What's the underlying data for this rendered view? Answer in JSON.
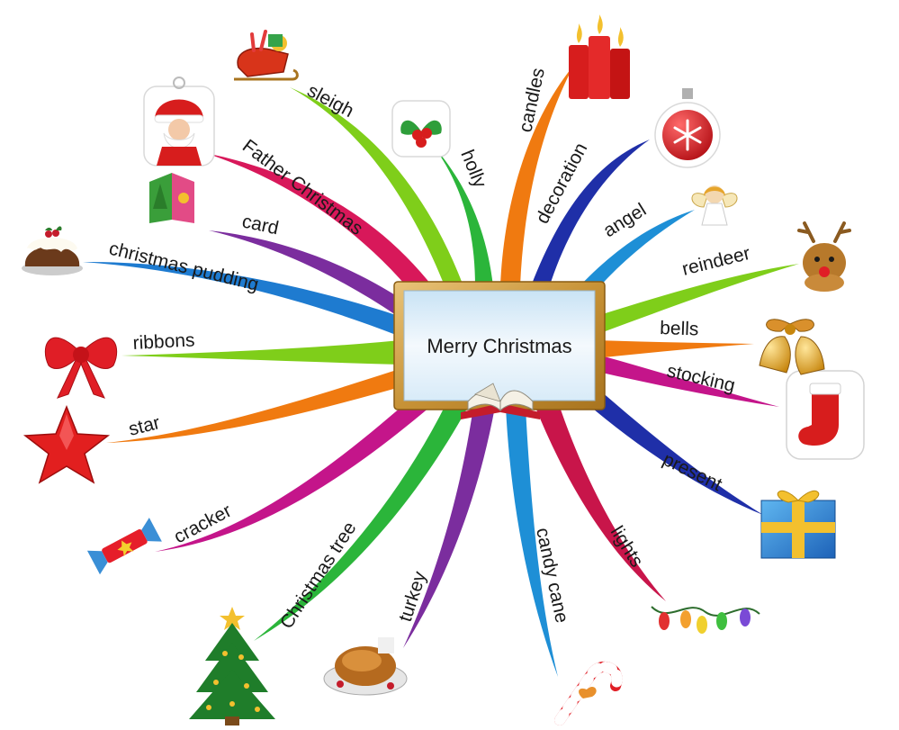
{
  "central_topic": "Merry Christmas",
  "branches": [
    {
      "key": "sleigh",
      "label": "sleigh",
      "color": "#7fce1a",
      "icon": "sleigh-icon"
    },
    {
      "key": "father-christmas",
      "label": "Father Christmas",
      "color": "#d8185a",
      "icon": "santa-icon"
    },
    {
      "key": "card",
      "label": "card",
      "color": "#7b2d9e",
      "icon": "card-icon"
    },
    {
      "key": "christmas-pudding",
      "label": "christmas pudding",
      "color": "#1e7bd0",
      "icon": "pudding-icon"
    },
    {
      "key": "ribbons",
      "label": "ribbons",
      "color": "#7fce1a",
      "icon": "bow-icon"
    },
    {
      "key": "star",
      "label": "star",
      "color": "#f07a10",
      "icon": "star-icon"
    },
    {
      "key": "cracker",
      "label": "cracker",
      "color": "#c4158a",
      "icon": "cracker-icon"
    },
    {
      "key": "christmas-tree",
      "label": "Christmas tree",
      "color": "#2bb53a",
      "icon": "tree-icon"
    },
    {
      "key": "turkey",
      "label": "turkey",
      "color": "#7b2d9e",
      "icon": "turkey-icon"
    },
    {
      "key": "candy-cane",
      "label": "candy cane",
      "color": "#1e8fd6",
      "icon": "candy-cane-icon"
    },
    {
      "key": "lights",
      "label": "lights",
      "color": "#c8154a",
      "icon": "lights-icon"
    },
    {
      "key": "present",
      "label": "present",
      "color": "#1f2fa8",
      "icon": "present-icon"
    },
    {
      "key": "stocking",
      "label": "stocking",
      "color": "#c4158a",
      "icon": "stocking-icon"
    },
    {
      "key": "bells",
      "label": "bells",
      "color": "#f07a10",
      "icon": "bells-icon"
    },
    {
      "key": "reindeer",
      "label": "reindeer",
      "color": "#7fce1a",
      "icon": "reindeer-icon"
    },
    {
      "key": "angel",
      "label": "angel",
      "color": "#1e8fd6",
      "icon": "angel-icon"
    },
    {
      "key": "decoration",
      "label": "decoration",
      "color": "#1f2fa8",
      "icon": "ornament-icon"
    },
    {
      "key": "candles",
      "label": "candles",
      "color": "#f07a10",
      "icon": "candles-icon"
    },
    {
      "key": "holly",
      "label": "holly",
      "color": "#2bb53a",
      "icon": "holly-icon"
    }
  ]
}
